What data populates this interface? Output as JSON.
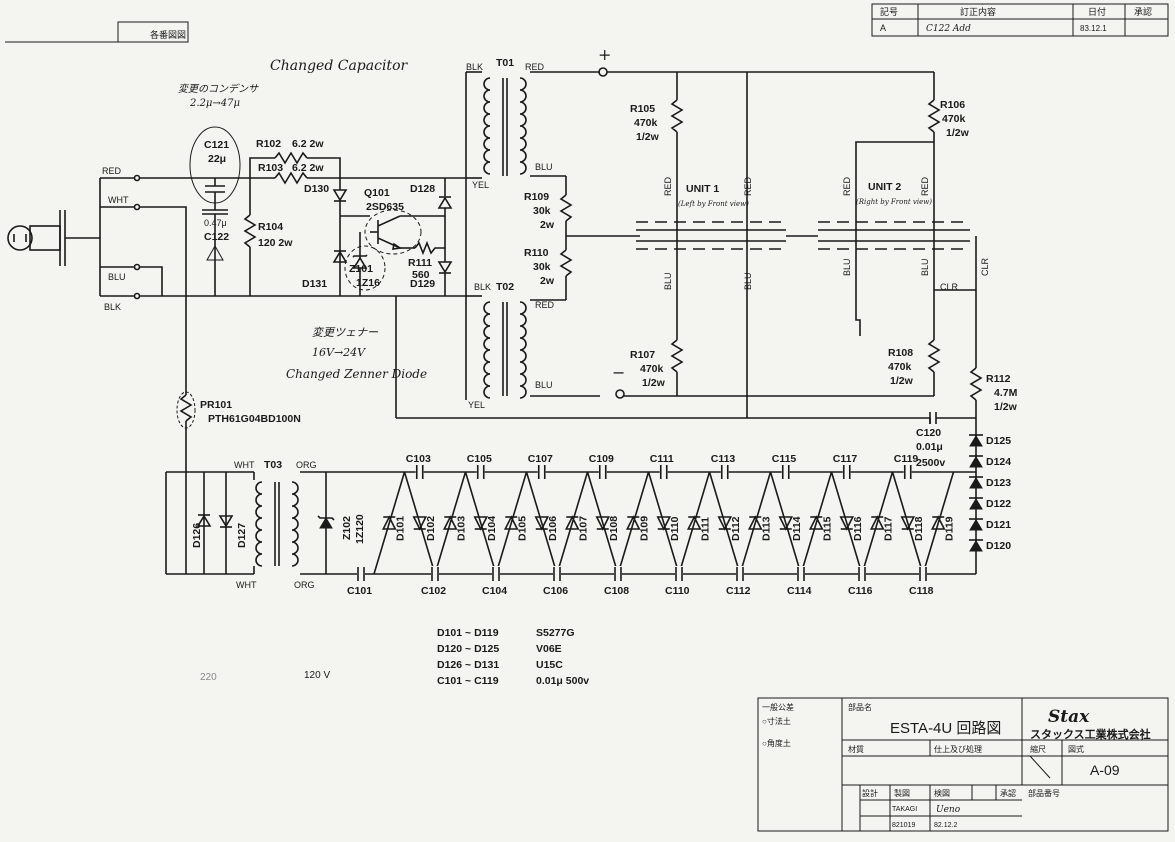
{
  "sheet": {
    "corner_label": "各番図図",
    "revision": {
      "headers": [
        "記号",
        "訂正内容",
        "日付",
        "承認"
      ],
      "row": [
        "A",
        "C122 Add",
        "83.12.1",
        ""
      ]
    }
  },
  "annotations": {
    "changed_capacitor": "Changed Capacitor",
    "cap_change_jp": "変更のコンデンサ",
    "cap_change_val": "2.2μ→47μ",
    "zener_change_jp": "変更ツェナー",
    "zener_change_val": "16V→24V",
    "changed_zener": "Changed Zenner Diode"
  },
  "wires": {
    "red": "RED",
    "wht": "WHT",
    "blu": "BLU",
    "blk": "BLK",
    "yel": "YEL",
    "orn": "ORG",
    "clr": "CLR"
  },
  "components": {
    "c121": {
      "ref": "C121",
      "val": "22μ"
    },
    "c122": {
      "ref": "C122",
      "val": "0.47μ"
    },
    "r102": {
      "ref": "R102",
      "val": "6.2 2w"
    },
    "r103": {
      "ref": "R103",
      "val": "6.2 2w"
    },
    "r104": {
      "ref": "R104",
      "val": "120 2w"
    },
    "d130": "D130",
    "d131": "D131",
    "d128": "D128",
    "d129": "D129",
    "q101": {
      "ref": "Q101",
      "val": "2SD635"
    },
    "z101": {
      "ref": "Z101",
      "val": "1Z16"
    },
    "r111": {
      "ref": "R111",
      "val": "560"
    },
    "t01": "T01",
    "t02": "T02",
    "t03": "T03",
    "r109": {
      "ref": "R109",
      "val": "30k",
      "pw": "2w"
    },
    "r110": {
      "ref": "R110",
      "val": "30k",
      "pw": "2w"
    },
    "r105": {
      "ref": "R105",
      "val": "470k",
      "pw": "1/2w"
    },
    "r106": {
      "ref": "R106",
      "val": "470k",
      "pw": "1/2w"
    },
    "r107": {
      "ref": "R107",
      "val": "470k",
      "pw": "1/2w"
    },
    "r108": {
      "ref": "R108",
      "val": "470k",
      "pw": "1/2w"
    },
    "r112": {
      "ref": "R112",
      "val": "4.7M",
      "pw": "1/2w"
    },
    "c120": {
      "ref": "C120",
      "val": "0.01μ",
      "v": "2500v"
    },
    "unit1": {
      "name": "UNIT 1",
      "sub": "(Left by Front view)"
    },
    "unit2": {
      "name": "UNIT 2",
      "sub": "(Right by Front view)"
    },
    "pr101": {
      "ref": "PR101",
      "val": "PTH61G04BD100N"
    },
    "z102": {
      "ref": "Z102",
      "val": "1Z120"
    },
    "d126": "D126",
    "d127": "D127",
    "plus": "+",
    "minus": "−",
    "top_caps": [
      "C103",
      "C105",
      "C107",
      "C109",
      "C111",
      "C113",
      "C115",
      "C117",
      "C119"
    ],
    "bottom_caps": [
      "C101",
      "C102",
      "C104",
      "C106",
      "C108",
      "C110",
      "C112",
      "C114",
      "C116",
      "C118"
    ],
    "ladder_diodes": [
      "D101",
      "D102",
      "D103",
      "D104",
      "D105",
      "D106",
      "D107",
      "D108",
      "D109",
      "D110",
      "D111",
      "D112",
      "D113",
      "D114",
      "D115",
      "D116",
      "D117",
      "D118",
      "D119"
    ],
    "right_diodes": [
      "D125",
      "D124",
      "D123",
      "D122",
      "D121",
      "D120"
    ]
  },
  "parts_list": [
    {
      "range": "D101 ~ D119",
      "part": "S5277G"
    },
    {
      "range": "D120 ~ D125",
      "part": "V06E"
    },
    {
      "range": "D126 ~ D131",
      "part": "U15C"
    },
    {
      "range": "C101 ~ C119",
      "part": "0.01μ 500v"
    }
  ],
  "voltage_note": "120 V",
  "voltage_note_faint": "220",
  "title_block": {
    "general_tol": "一般公差",
    "dim_tol": "○寸法土",
    "angle_tol": "○角度土",
    "part_name_label": "部品名",
    "part_name": "ESTA-4U 回路図",
    "company_logo": "Stax",
    "company_name": "スタックス工業株式会社",
    "material_label": "材質",
    "finish_label": "仕上及び処理",
    "scale_label": "縮尺",
    "drawing_type_label": "図式",
    "drawing_no": "A-09",
    "design": "設計",
    "drafting": "製図",
    "check": "検図",
    "approve": "承認",
    "part_no_label": "部品番号",
    "drafter": "TAKAGI",
    "checker_sig": "Ueno",
    "date1": "821019",
    "date2": "82.12.2"
  }
}
